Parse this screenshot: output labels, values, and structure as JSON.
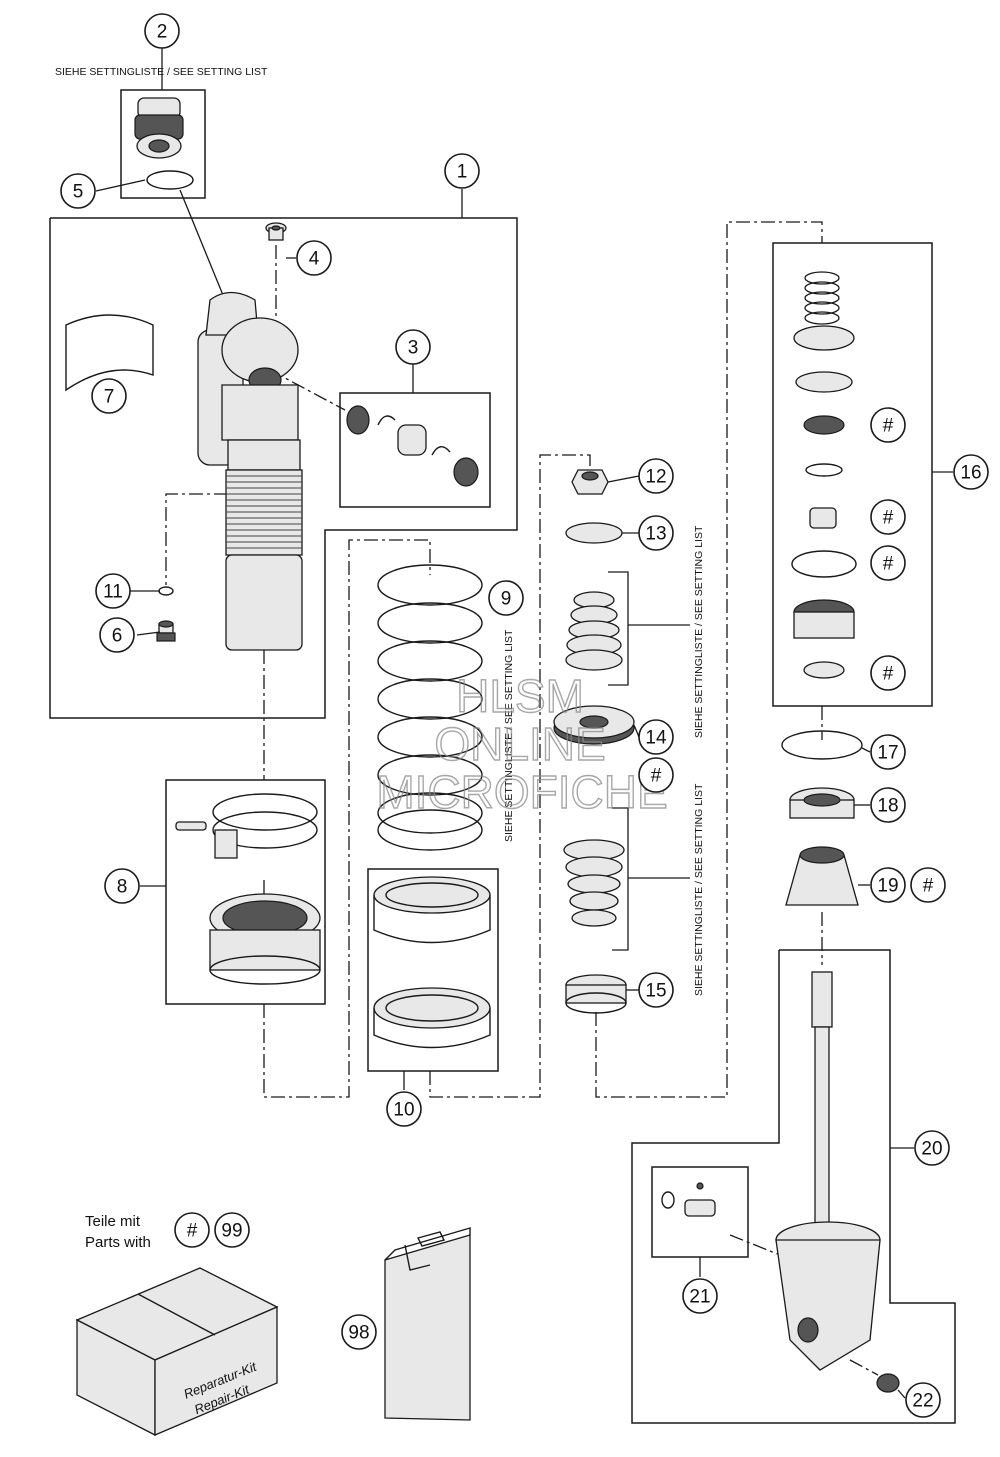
{
  "notes": {
    "setting_list_top": "SIEHE SETTINGLISTE / SEE SETTING LIST",
    "setting_list_vertical": "SIEHE SETTINGLISTE / SEE SETTING LIST",
    "parts_with_de": "Teile mit",
    "parts_with_en": "Parts with"
  },
  "kit": {
    "label_de": "Reparatur-Kit",
    "label_en": "Repair-Kit"
  },
  "watermark": {
    "line1": "HLSM",
    "line2": "ONLINE",
    "line3": "MICROFICHE"
  },
  "callouts": [
    {
      "id": "c1",
      "label": "1"
    },
    {
      "id": "c2",
      "label": "2"
    },
    {
      "id": "c3",
      "label": "3"
    },
    {
      "id": "c4",
      "label": "4"
    },
    {
      "id": "c5",
      "label": "5"
    },
    {
      "id": "c6",
      "label": "6"
    },
    {
      "id": "c7",
      "label": "7"
    },
    {
      "id": "c8",
      "label": "8"
    },
    {
      "id": "c9",
      "label": "9"
    },
    {
      "id": "c10",
      "label": "10"
    },
    {
      "id": "c11",
      "label": "11"
    },
    {
      "id": "c12",
      "label": "12"
    },
    {
      "id": "c13",
      "label": "13"
    },
    {
      "id": "c14",
      "label": "14"
    },
    {
      "id": "c15",
      "label": "15"
    },
    {
      "id": "c16",
      "label": "16"
    },
    {
      "id": "c17",
      "label": "17"
    },
    {
      "id": "c18",
      "label": "18"
    },
    {
      "id": "c19",
      "label": "19"
    },
    {
      "id": "c20",
      "label": "20"
    },
    {
      "id": "c21",
      "label": "21"
    },
    {
      "id": "c22",
      "label": "22"
    },
    {
      "id": "c98",
      "label": "98"
    },
    {
      "id": "c99",
      "label": "99"
    }
  ],
  "hash_marks": {
    "symbol": "#"
  }
}
